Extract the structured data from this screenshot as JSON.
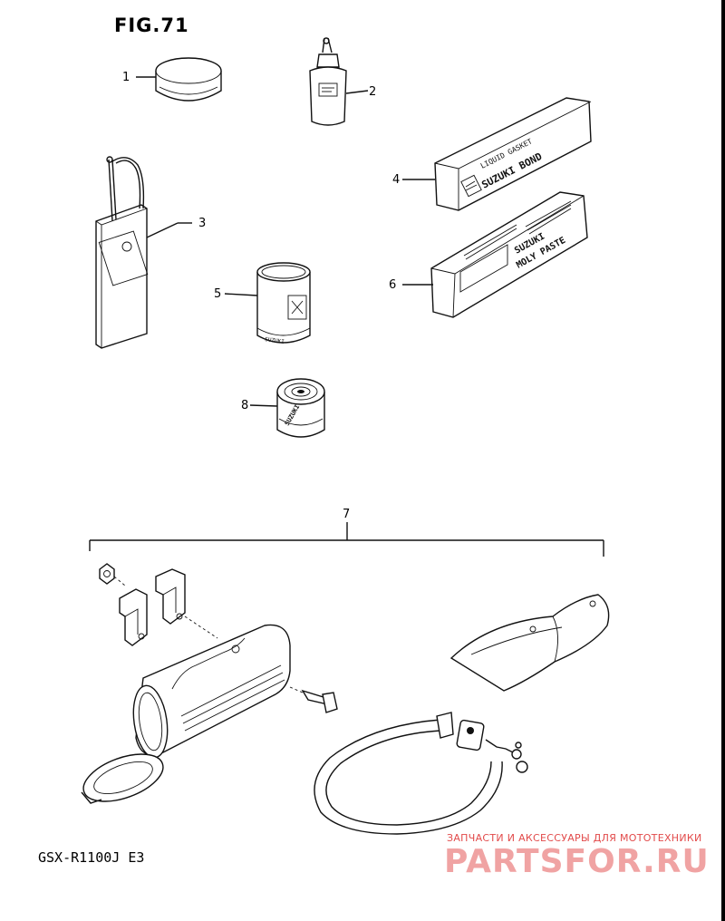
{
  "figure": {
    "title": "FIG.71",
    "model_code": "GSX-R1100J E3"
  },
  "callouts": [
    "1",
    "2",
    "3",
    "4",
    "5",
    "6",
    "7",
    "8"
  ],
  "labels": {
    "bond_box_small": "LIQUID GASKET",
    "bond_box": "SUZUKI BOND",
    "moly_box_top": "SUZUKI",
    "moly_box": "MOLY PASTE",
    "can_brand": "SUZUKI",
    "can_small": "SUZUKI"
  },
  "watermark": {
    "tagline": "ЗАПЧАСТИ И АКСЕССУАРЫ ДЛЯ МОТОТЕХНИКИ",
    "logo": "PARTSFOR.RU"
  }
}
